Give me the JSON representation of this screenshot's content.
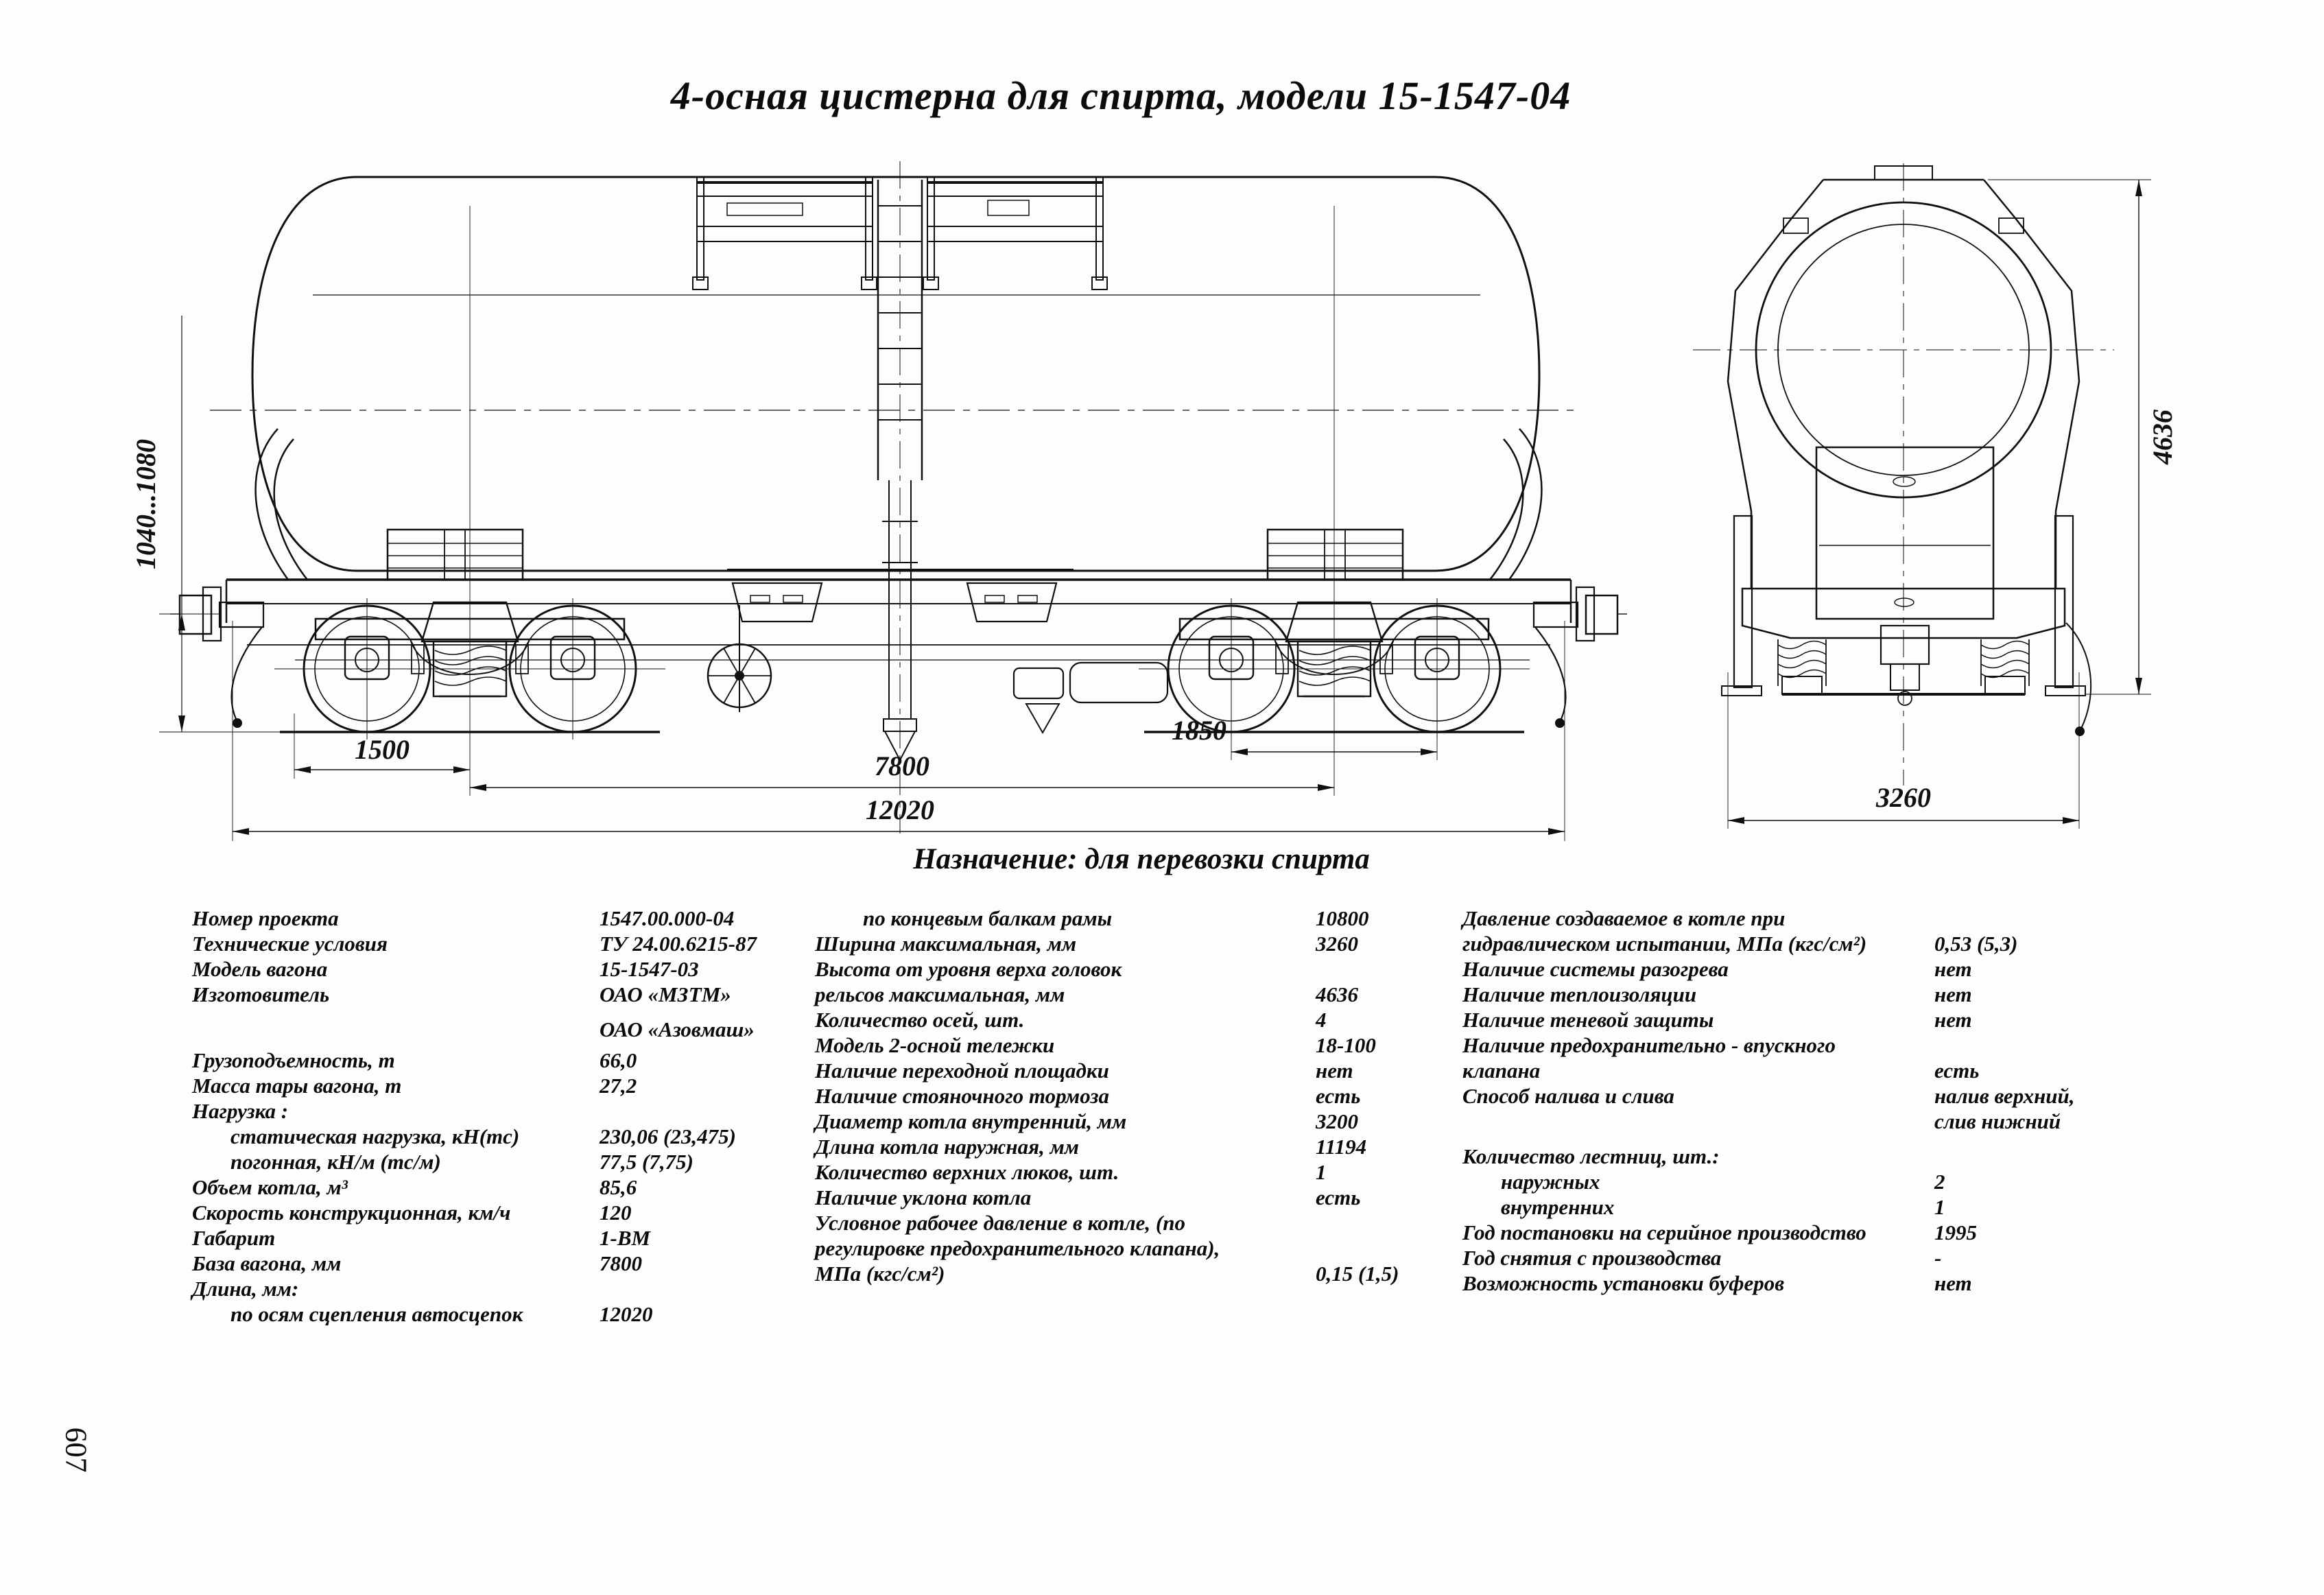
{
  "page": {
    "title": "4-осная цистерна для спирта, модели 15-1547-04",
    "subtitle": "Назначение: для перевозки спирта",
    "page_number": "607"
  },
  "drawing": {
    "side_view": {
      "dim_coupler_height": "1040...1080",
      "dim_left_wheelbase": "1500",
      "dim_bogie_centers": "7800",
      "dim_right_wheelbase": "1850",
      "dim_length_over_couplers": "12020"
    },
    "end_view": {
      "dim_height": "4636",
      "dim_width": "3260"
    }
  },
  "specs": {
    "col1": [
      {
        "label": "Номер проекта",
        "value": "1547.00.000-04"
      },
      {
        "label": "Технические условия",
        "value": "ТУ 24.00.6215-87"
      },
      {
        "label": "Модель вагона",
        "value": "15-1547-03"
      },
      {
        "label": "Изготовитель",
        "value": "ОАО «МЗТМ»"
      },
      {
        "label": "",
        "value": "ОАО «Азовмаш»",
        "gap": true
      },
      {
        "label": "Грузоподъемность, т",
        "value": "66,0",
        "gap2": true
      },
      {
        "label": "Масса тары вагона, т",
        "value": "27,2"
      },
      {
        "label": "Нагрузка :",
        "value": ""
      },
      {
        "label": "статическая нагрузка, кН(тс)",
        "value": "230,06 (23,475)",
        "indent": true
      },
      {
        "label": "погонная, кН/м (тс/м)",
        "value": "77,5 (7,75)",
        "indent": true
      },
      {
        "label": "Объем котла, м³",
        "value": "85,6"
      },
      {
        "label": "Скорость конструкционная, км/ч",
        "value": "120"
      },
      {
        "label": "Габарит",
        "value": "1-ВМ"
      },
      {
        "label": "База вагона, мм",
        "value": "7800"
      },
      {
        "label": "Длина, мм:",
        "value": ""
      },
      {
        "label": "по осям сцепления автосцепок",
        "value": "12020",
        "indent": true
      }
    ],
    "col2": [
      {
        "label": "по концевым балкам рамы",
        "value": "10800",
        "indent": true
      },
      {
        "label": "Ширина максимальная, мм",
        "value": "3260"
      },
      {
        "label": "Высота от уровня верха головок",
        "value": ""
      },
      {
        "label": "рельсов максимальная, мм",
        "value": "4636"
      },
      {
        "label": "Количество осей, шт.",
        "value": "4"
      },
      {
        "label": "Модель 2-осной тележки",
        "value": "18-100"
      },
      {
        "label": "Наличие переходной площадки",
        "value": "нет"
      },
      {
        "label": "Наличие стояночного тормоза",
        "value": "есть"
      },
      {
        "label": "Диаметр котла внутренний, мм",
        "value": "3200"
      },
      {
        "label": "Длина котла наружная, мм",
        "value": "11194"
      },
      {
        "label": "Количество верхних люков, шт.",
        "value": "1"
      },
      {
        "label": "Наличие уклона котла",
        "value": "есть"
      },
      {
        "label": "Условное рабочее давление в котле, (по",
        "value": ""
      },
      {
        "label": "регулировке предохранительного клапана),",
        "value": ""
      },
      {
        "label": "МПа (кгс/см²)",
        "value": "0,15 (1,5)"
      }
    ],
    "col3": [
      {
        "label": "Давление создаваемое в котле при",
        "value": ""
      },
      {
        "label": "гидравлическом испытании, МПа (кгс/см²)",
        "value": "0,53 (5,3)"
      },
      {
        "label": "Наличие системы разогрева",
        "value": "нет"
      },
      {
        "label": "Наличие теплоизоляции",
        "value": "нет"
      },
      {
        "label": "Наличие теневой защиты",
        "value": "нет"
      },
      {
        "label": "Наличие предохранительно - впускного",
        "value": ""
      },
      {
        "label": "клапана",
        "value": "есть"
      },
      {
        "label": "Способ налива и слива",
        "value": "налив верхний,"
      },
      {
        "label": "",
        "value": "слив нижний"
      },
      {
        "label": "Количество лестниц, шт.:",
        "value": "",
        "gap": true
      },
      {
        "label": "наружных",
        "value": "2",
        "indent": true
      },
      {
        "label": "внутренних",
        "value": "1",
        "indent": true
      },
      {
        "label": "Год постановки на серийное производство",
        "value": "1995"
      },
      {
        "label": "Год снятия с производства",
        "value": "-"
      },
      {
        "label": "Возможность установки буферов",
        "value": "нет"
      }
    ]
  }
}
